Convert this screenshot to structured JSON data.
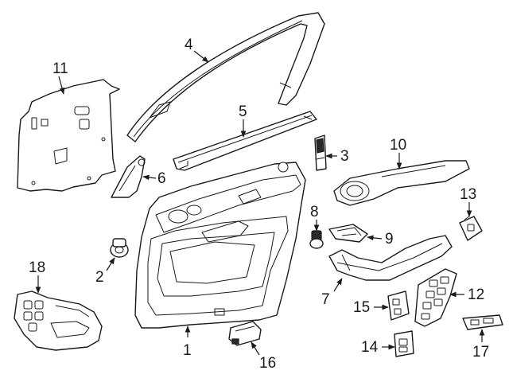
{
  "callouts": {
    "p1": "1",
    "p2": "2",
    "p3": "3",
    "p4": "4",
    "p5": "5",
    "p6": "6",
    "p7": "7",
    "p8": "8",
    "p9": "9",
    "p10": "10",
    "p11": "11",
    "p12": "12",
    "p13": "13",
    "p14": "14",
    "p15": "15",
    "p16": "16",
    "p17": "17",
    "p18": "18"
  },
  "colors": {
    "line": "#1a1a1a",
    "background": "#ffffff"
  }
}
